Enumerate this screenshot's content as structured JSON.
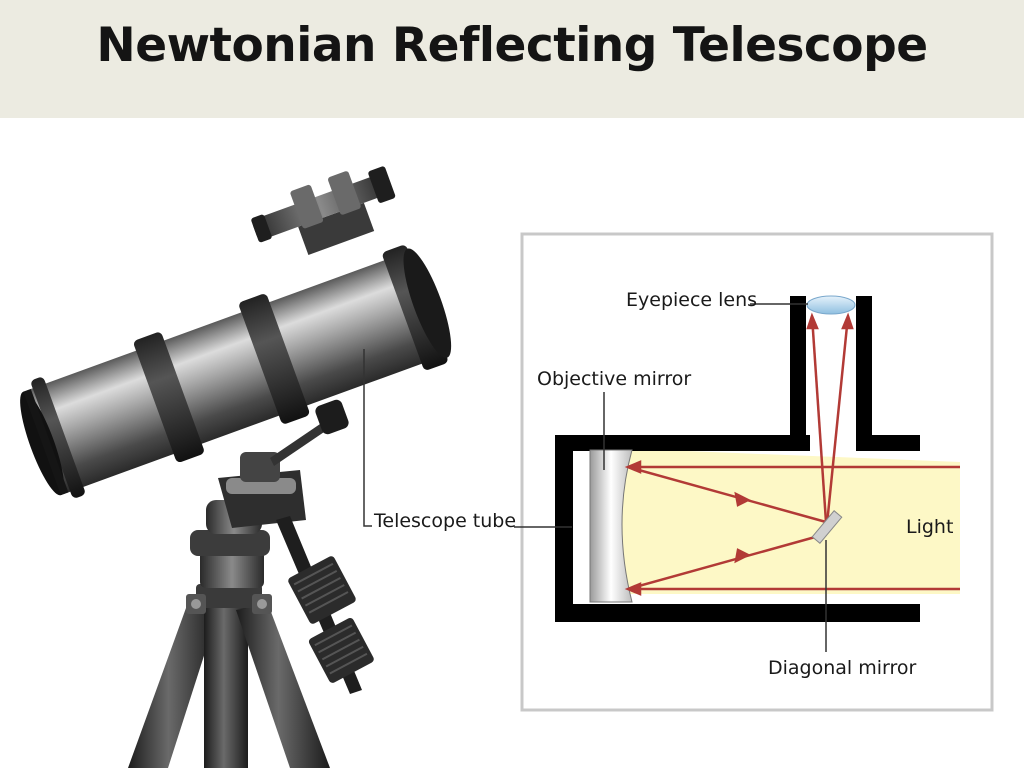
{
  "slide": {
    "title": "Newtonian Reflecting Telescope"
  },
  "labels": {
    "telescope_tube": "Telescope tube",
    "eyepiece_lens": "Eyepiece lens",
    "objective_mirror": "Objective mirror",
    "light": "Light",
    "diagonal_mirror": "Diagonal mirror"
  },
  "colors": {
    "title_background": "#ecebe1",
    "light_beam": "#fdf8c6",
    "light_ray": "#b23a36",
    "tube_wall": "#000000",
    "diagram_frame": "#c8c8c8"
  }
}
